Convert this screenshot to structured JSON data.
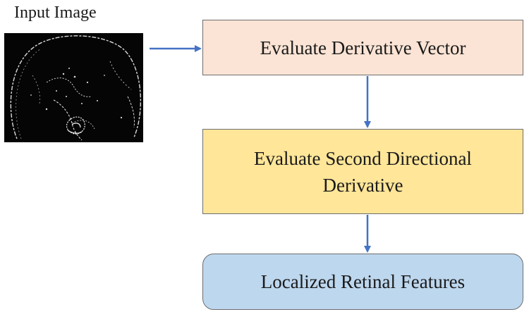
{
  "input": {
    "label": "Input Image"
  },
  "steps": [
    {
      "label": "Evaluate Derivative Vector"
    },
    {
      "label": "Evaluate Second Directional Derivative"
    },
    {
      "label": "Localized Retinal Features"
    }
  ],
  "colors": {
    "step1_fill": "#fbe4d5",
    "step2_fill": "#ffe699",
    "step3_fill": "#bdd7ee",
    "arrow": "#4472c4",
    "box_border": "#6e6e6e"
  }
}
